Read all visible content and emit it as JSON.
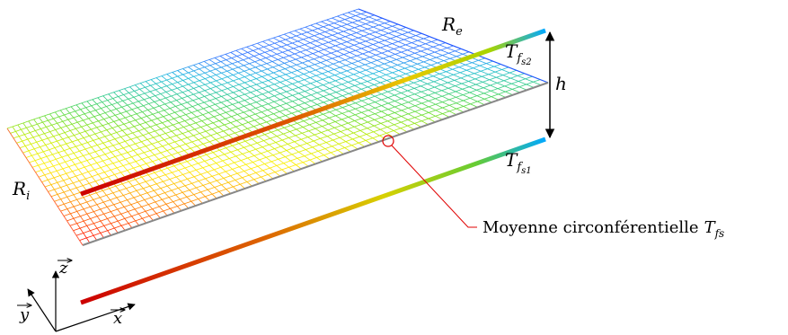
{
  "labels": {
    "R_i": {
      "main": "R",
      "sub": "i"
    },
    "R_e": {
      "main": "R",
      "sub": "e"
    },
    "h": "h",
    "T_fs2": {
      "main": "T",
      "sub1": "f",
      "sub2": "s2"
    },
    "T_fs1": {
      "main": "T",
      "sub1": "f",
      "sub2": "s1"
    },
    "mean_prefix": "Moyenne circonférentielle",
    "mean_var": {
      "main": "T",
      "sub": "fs"
    },
    "axis_x": "x",
    "axis_y": "y",
    "axis_z": "z"
  },
  "colors": {
    "hot": "#d40000",
    "mid": "#e8d400",
    "cold": "#00a0ff",
    "edge_blue": "#2255ff",
    "edge_gray": "#888888",
    "marker": "#e00000"
  },
  "grid": {
    "radial_divisions": 24,
    "axial_divisions": 66,
    "color_stops": [
      "#ff0000",
      "#ff5500",
      "#ffaa00",
      "#ffee00",
      "#ccee00",
      "#66dd33",
      "#33cc88",
      "#22bbdd",
      "#3377ff"
    ]
  }
}
